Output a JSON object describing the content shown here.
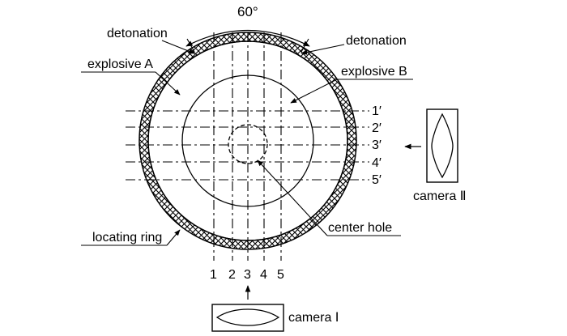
{
  "labels": {
    "angle": "60°",
    "detonation_left": "detonation",
    "detonation_right": "detonation",
    "explosive_a": "explosive A",
    "explosive_b": "explosive B",
    "locating_ring": "locating ring",
    "center_hole": "center hole",
    "camera_1": "camera Ⅰ",
    "camera_2": "camera Ⅱ"
  },
  "vertical_lines": [
    "1",
    "2",
    "3",
    "4",
    "5"
  ],
  "horizontal_lines": [
    "1′",
    "2′",
    "3′",
    "4′",
    "5′"
  ]
}
